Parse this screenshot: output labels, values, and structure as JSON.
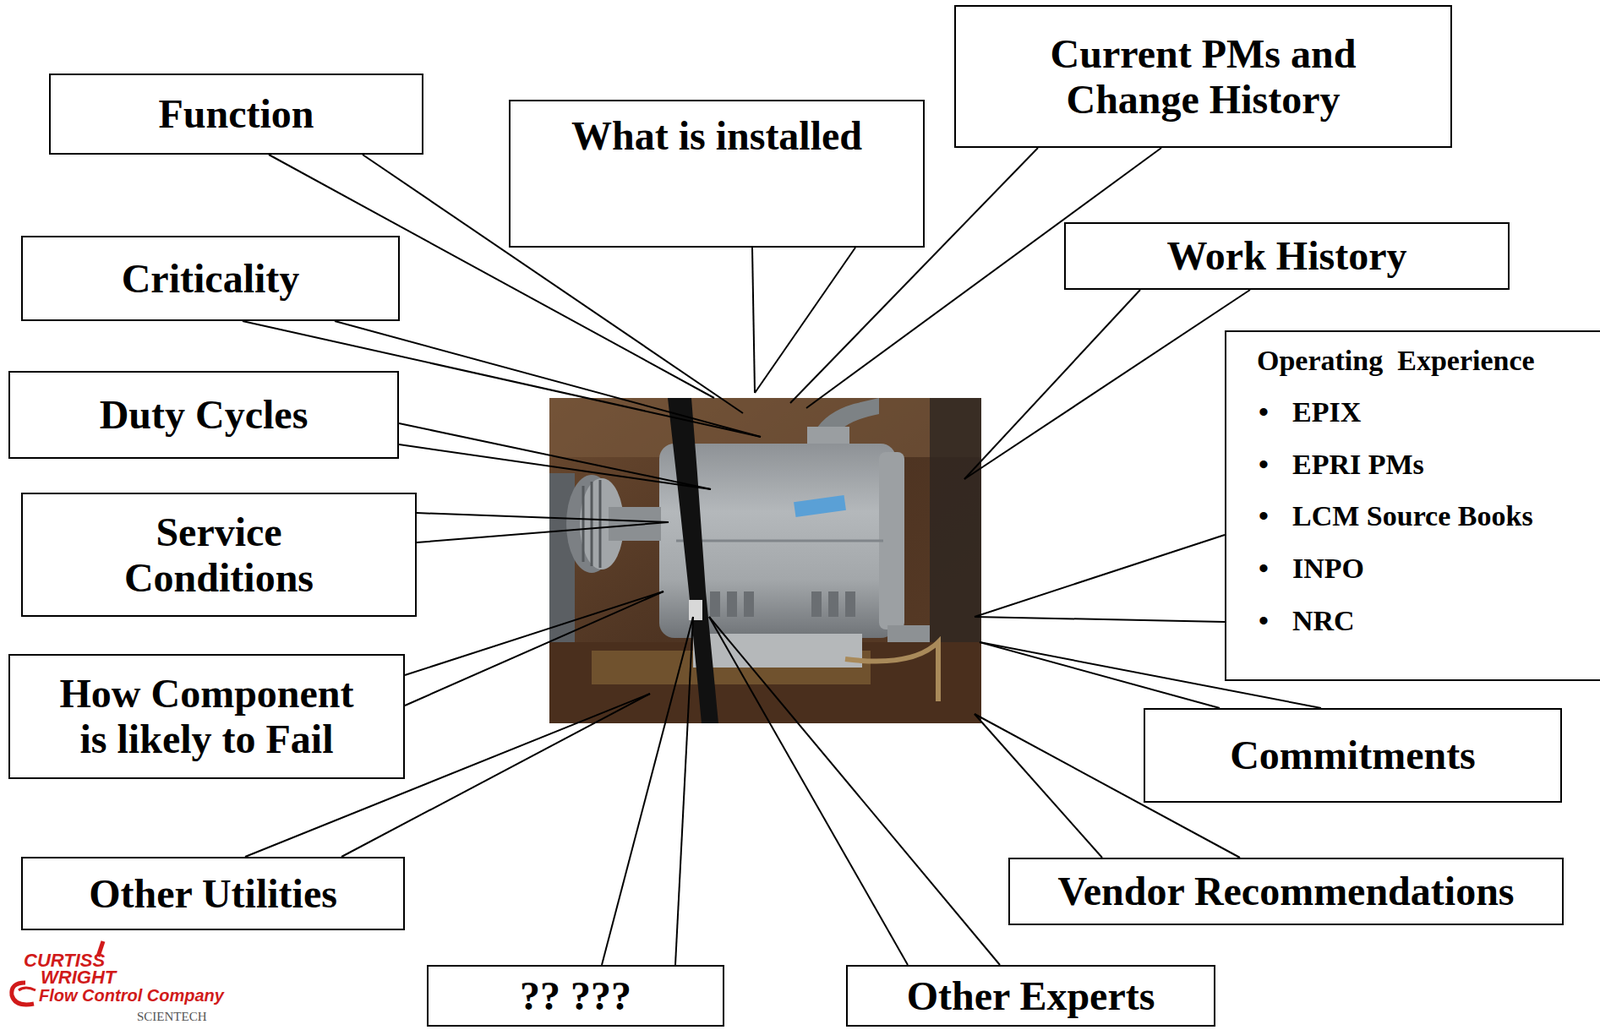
{
  "diagram": {
    "nodes": [
      {
        "text": [
          "Function"
        ]
      },
      {
        "text": [
          "What is installed"
        ]
      },
      {
        "text": [
          "Current PMs and Change History"
        ]
      },
      {
        "text": [
          "Criticality"
        ]
      },
      {
        "text": [
          "Work History"
        ]
      },
      {
        "text": [
          "Operating  Experience",
          "EPIX",
          "EPRI PMs",
          "LCM Source Books",
          "INPO",
          "NRC"
        ]
      },
      {
        "text": [
          "Duty Cycles"
        ]
      },
      {
        "text": [
          "Service Conditions"
        ]
      },
      {
        "text": [
          "How Component is likely to Fail"
        ]
      },
      {
        "text": [
          "Commitments"
        ]
      },
      {
        "text": [
          "Other Utilities"
        ]
      },
      {
        "text": [
          "Vendor Recommendations"
        ]
      },
      {
        "text": [
          "?? ???"
        ]
      },
      {
        "text": [
          "Other Experts"
        ]
      }
    ],
    "labels": [
      "CURTISS",
      "WRIGHT",
      "Flow Control Company",
      "SCIENTECH"
    ]
  }
}
